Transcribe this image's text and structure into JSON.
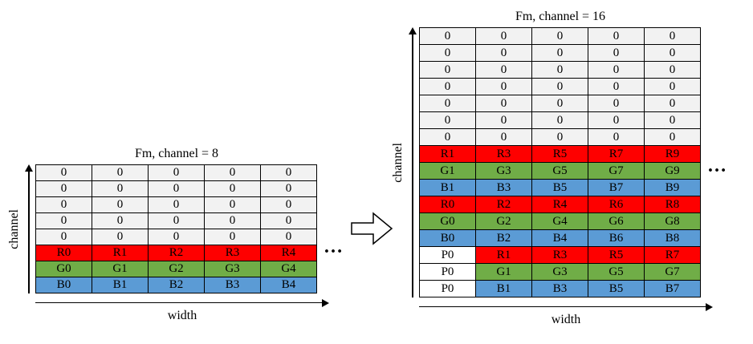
{
  "diagram": {
    "colors": {
      "red": "#fe0000",
      "green": "#70ad47",
      "blue": "#5b9bd5",
      "zero": "#f2f2f2",
      "white": "#ffffff"
    },
    "left": {
      "title": "Fm, channel = 8",
      "y_axis": "channel",
      "x_axis": "width",
      "ellipsis": "…",
      "rows": [
        {
          "values": [
            "0",
            "0",
            "0",
            "0",
            "0"
          ],
          "color": "zero"
        },
        {
          "values": [
            "0",
            "0",
            "0",
            "0",
            "0"
          ],
          "color": "zero"
        },
        {
          "values": [
            "0",
            "0",
            "0",
            "0",
            "0"
          ],
          "color": "zero"
        },
        {
          "values": [
            "0",
            "0",
            "0",
            "0",
            "0"
          ],
          "color": "zero"
        },
        {
          "values": [
            "0",
            "0",
            "0",
            "0",
            "0"
          ],
          "color": "zero"
        },
        {
          "values": [
            "R0",
            "R1",
            "R2",
            "R3",
            "R4"
          ],
          "color": "red"
        },
        {
          "values": [
            "G0",
            "G1",
            "G2",
            "G3",
            "G4"
          ],
          "color": "green"
        },
        {
          "values": [
            "B0",
            "B1",
            "B2",
            "B3",
            "B4"
          ],
          "color": "blue"
        }
      ]
    },
    "right": {
      "title": "Fm, channel = 16",
      "y_axis": "channel",
      "x_axis": "width",
      "ellipsis": "…",
      "rows": [
        {
          "values": [
            "0",
            "0",
            "0",
            "0",
            "0"
          ],
          "color": "zero"
        },
        {
          "values": [
            "0",
            "0",
            "0",
            "0",
            "0"
          ],
          "color": "zero"
        },
        {
          "values": [
            "0",
            "0",
            "0",
            "0",
            "0"
          ],
          "color": "zero"
        },
        {
          "values": [
            "0",
            "0",
            "0",
            "0",
            "0"
          ],
          "color": "zero"
        },
        {
          "values": [
            "0",
            "0",
            "0",
            "0",
            "0"
          ],
          "color": "zero"
        },
        {
          "values": [
            "0",
            "0",
            "0",
            "0",
            "0"
          ],
          "color": "zero"
        },
        {
          "values": [
            "0",
            "0",
            "0",
            "0",
            "0"
          ],
          "color": "zero"
        },
        {
          "values": [
            "R1",
            "R3",
            "R5",
            "R7",
            "R9"
          ],
          "color": "red"
        },
        {
          "values": [
            "G1",
            "G3",
            "G5",
            "G7",
            "G9"
          ],
          "color": "green"
        },
        {
          "values": [
            "B1",
            "B3",
            "B5",
            "B7",
            "B9"
          ],
          "color": "blue"
        },
        {
          "values": [
            "R0",
            "R2",
            "R4",
            "R6",
            "R8"
          ],
          "color": "red"
        },
        {
          "values": [
            "G0",
            "G2",
            "G4",
            "G6",
            "G8"
          ],
          "color": "green"
        },
        {
          "values": [
            "B0",
            "B2",
            "B4",
            "B6",
            "B8"
          ],
          "color": "blue"
        },
        {
          "values": [
            "P0",
            "R1",
            "R3",
            "R5",
            "R7"
          ],
          "color": "red",
          "cell_colors": [
            "white",
            "red",
            "red",
            "red",
            "red"
          ]
        },
        {
          "values": [
            "P0",
            "G1",
            "G3",
            "G5",
            "G7"
          ],
          "color": "green",
          "cell_colors": [
            "white",
            "green",
            "green",
            "green",
            "green"
          ]
        },
        {
          "values": [
            "P0",
            "B1",
            "B3",
            "B5",
            "B7"
          ],
          "color": "blue",
          "cell_colors": [
            "white",
            "blue",
            "blue",
            "blue",
            "blue"
          ]
        }
      ]
    }
  }
}
